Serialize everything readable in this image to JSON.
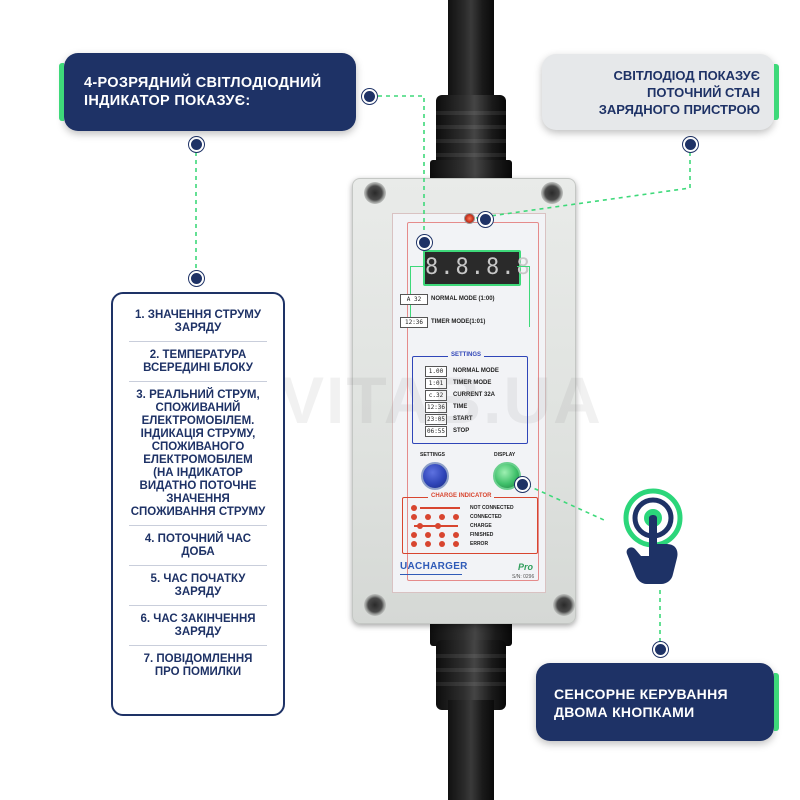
{
  "callouts": {
    "led_indicator": {
      "line1": "4-РОЗРЯДНИЙ СВІТЛОДІОДНИЙ",
      "line2": "ІНДИКАТОР ПОКАЗУЄ:"
    },
    "status_led": {
      "line1": "СВІТЛОДІОД ПОКАЗУЄ",
      "line2": "ПОТОЧНИЙ СТАН",
      "line3": "ЗАРЯДНОГО ПРИСТРОЮ"
    },
    "touch": {
      "line1": "СЕНСОРНЕ КЕРУВАННЯ",
      "line2": "ДВОМА КНОПКАМИ"
    }
  },
  "list": [
    {
      "lines": [
        "1. ЗНАЧЕННЯ СТРУМУ",
        "ЗАРЯДУ"
      ]
    },
    {
      "lines": [
        "2. ТЕМПЕРАТУРА",
        "ВСЕРЕДИНІ БЛОКУ"
      ]
    },
    {
      "lines": [
        "3. РЕАЛЬНИЙ СТРУМ,",
        "СПОЖИВАНИЙ",
        "ЕЛЕКТРОМОБІЛЕМ.",
        "ІНДИКАЦІЯ СТРУМУ,",
        "СПОЖИВАНОГО",
        "ЕЛЕКТРОМОБІЛЕМ",
        "(НА ІНДИКАТОР",
        "ВИДАТНО ПОТОЧНЕ",
        "ЗНАЧЕННЯ",
        "СПОЖИВАННЯ СТРУМУ"
      ]
    },
    {
      "lines": [
        "4. ПОТОЧНИЙ ЧАС",
        "ДОБА"
      ]
    },
    {
      "lines": [
        "5. ЧАС ПОЧАТКУ",
        "ЗАРЯДУ"
      ]
    },
    {
      "lines": [
        "6. ЧАС ЗАКІНЧЕННЯ",
        "ЗАРЯДУ"
      ]
    },
    {
      "lines": [
        "7. ПОВІДОМЛЕННЯ",
        "ПРО ПОМИЛКИ"
      ]
    }
  ],
  "device": {
    "display": "8.8.8.8",
    "mode_rows": [
      {
        "box": "A 32",
        "label": "NORMAL MODE (1:00)"
      },
      {
        "box": "12:36",
        "label": "TIMER MODE(1:01)"
      }
    ],
    "settings": {
      "title": "SETTINGS",
      "rows": [
        {
          "box": "1.00",
          "label": "NORMAL MODE"
        },
        {
          "box": "1:01",
          "label": "TIMER MODE"
        },
        {
          "box": "c.32",
          "label": "CURRENT 32A"
        },
        {
          "box": "12:36",
          "label": "TIME"
        },
        {
          "box": "23:05",
          "label": "START"
        },
        {
          "box": "06:55",
          "label": "STOP"
        }
      ]
    },
    "buttons": {
      "settings": "SETTINGS",
      "display": "DISPLAY"
    },
    "charge": {
      "title": "CHARGE INDICATOR",
      "rows": [
        "NOT CONNECTED",
        "CONNECTED",
        "CHARGE",
        "FINISHED",
        "ERROR"
      ]
    },
    "brand": "UACHARGER",
    "model": "Pro",
    "serial": "S/N: 0296"
  },
  "watermark": "VITAB.UA",
  "colors": {
    "navy": "#1e3266",
    "accent_green": "#3ed97a",
    "settings_blue": "#2f45b8",
    "charge_red": "#d8452f"
  }
}
